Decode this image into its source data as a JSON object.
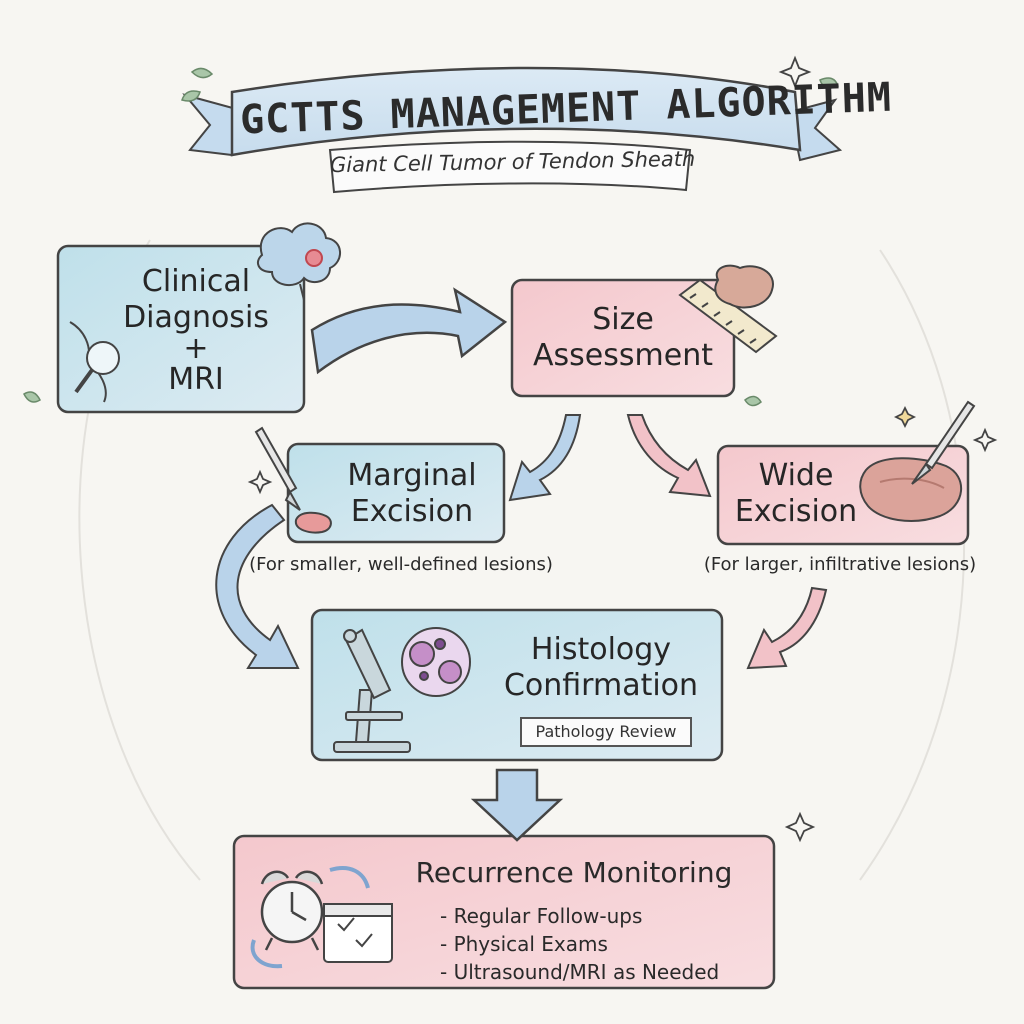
{
  "header": {
    "title": "GCTTS MANAGEMENT ALGORITHM",
    "subtitle": "Giant Cell Tumor of Tendon Sheath"
  },
  "nodes": {
    "clinical": {
      "line1": "Clinical",
      "line2": "Diagnosis",
      "line3": "+",
      "line4": "MRI"
    },
    "size": {
      "line1": "Size",
      "line2": "Assessment"
    },
    "marginal": {
      "line1": "Marginal",
      "line2": "Excision",
      "note": "(For smaller, well-defined lesions)"
    },
    "wide": {
      "line1": "Wide",
      "line2": "Excision",
      "note": "(For larger, infiltrative lesions)"
    },
    "histology": {
      "line1": "Histology",
      "line2": "Confirmation",
      "tag": "Pathology Review"
    },
    "monitoring": {
      "title": "Recurrence Monitoring",
      "items": [
        "- Regular Follow-ups",
        "- Physical Exams",
        "- Ultrasound/MRI as Needed"
      ]
    }
  },
  "colors": {
    "blue_fill": "#cfe7ee",
    "pink_fill": "#f6d3d6",
    "blue_arrow": "#b9d3ea",
    "pink_arrow": "#f2c2c8",
    "ink": "#3a3a3a"
  },
  "icons": [
    "brain-icon",
    "magnifier-knee-icon",
    "ruler-tissue-icon",
    "scalpel-icon",
    "tissue-icon",
    "microscope-icon",
    "cell-icon",
    "alarm-clock-icon",
    "calendar-icon"
  ]
}
